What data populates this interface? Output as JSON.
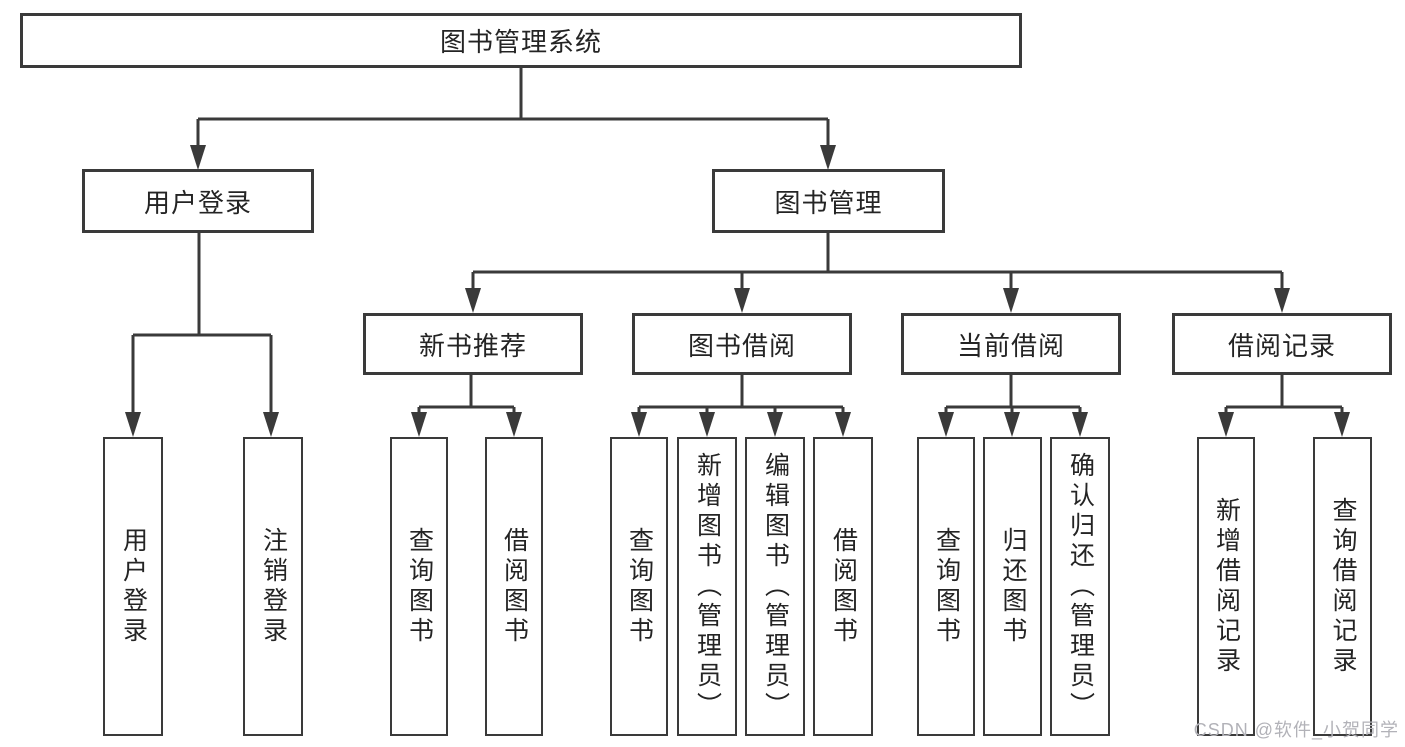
{
  "colors": {
    "line": "#3a3a3a",
    "box-border": "#3a3a3a",
    "box-fill": "#ffffff",
    "text": "#242424",
    "watermark": "#b2b2b8"
  },
  "tree": {
    "root": {
      "label": "图书管理系统"
    },
    "children": [
      {
        "label": "用户登录",
        "children": [
          {
            "label": "用户登录"
          },
          {
            "label": "注销登录"
          }
        ]
      },
      {
        "label": "图书管理",
        "children": [
          {
            "label": "新书推荐",
            "children": [
              {
                "label": "查询图书"
              },
              {
                "label": "借阅图书"
              }
            ]
          },
          {
            "label": "图书借阅",
            "children": [
              {
                "label": "查询图书"
              },
              {
                "label": "新增图书（管理员）"
              },
              {
                "label": "编辑图书（管理员）"
              },
              {
                "label": "借阅图书"
              }
            ]
          },
          {
            "label": "当前借阅",
            "children": [
              {
                "label": "查询图书"
              },
              {
                "label": "归还图书"
              },
              {
                "label": "确认归还（管理员）"
              }
            ]
          },
          {
            "label": "借阅记录",
            "children": [
              {
                "label": "新增借阅记录"
              },
              {
                "label": "查询借阅记录"
              }
            ]
          }
        ]
      }
    ]
  },
  "watermark": {
    "text": "CSDN @软件_小贺同学"
  }
}
